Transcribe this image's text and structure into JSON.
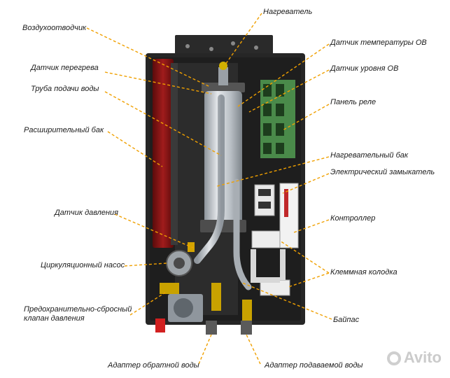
{
  "labels_left": {
    "air_vent": "Воздухоотводчик",
    "overheat_sensor": "Датчик перегрева",
    "supply_pipe": "Труба подачи воды",
    "expansion_tank": "Расширительный бак",
    "pressure_sensor": "Датчик давления",
    "circ_pump": "Циркуляционный насос",
    "safety_valve": "Предохранительно-сбросный клапан давления"
  },
  "labels_right": {
    "heater": "Нагреватель",
    "temp_sensor": "Датчик температуры ОВ",
    "level_sensor": "Датчик уровня ОВ",
    "relay_panel": "Панель реле",
    "heating_tank": "Нагревательный бак",
    "contactor": "Электрический замыкатель",
    "controller": "Контроллер",
    "terminal_block": "Клеммная колодка",
    "bypass": "Байпас"
  },
  "labels_bottom": {
    "return_adapter": "Адаптер обратной воды",
    "supply_adapter": "Адаптер подаваемой воды"
  },
  "watermark": "Avito",
  "colors": {
    "leader": "#f0a000",
    "frame": "#2b2b2b",
    "tank": "#c8cdd2",
    "relay": "#3c7a3c",
    "expansion": "#7a1212"
  }
}
